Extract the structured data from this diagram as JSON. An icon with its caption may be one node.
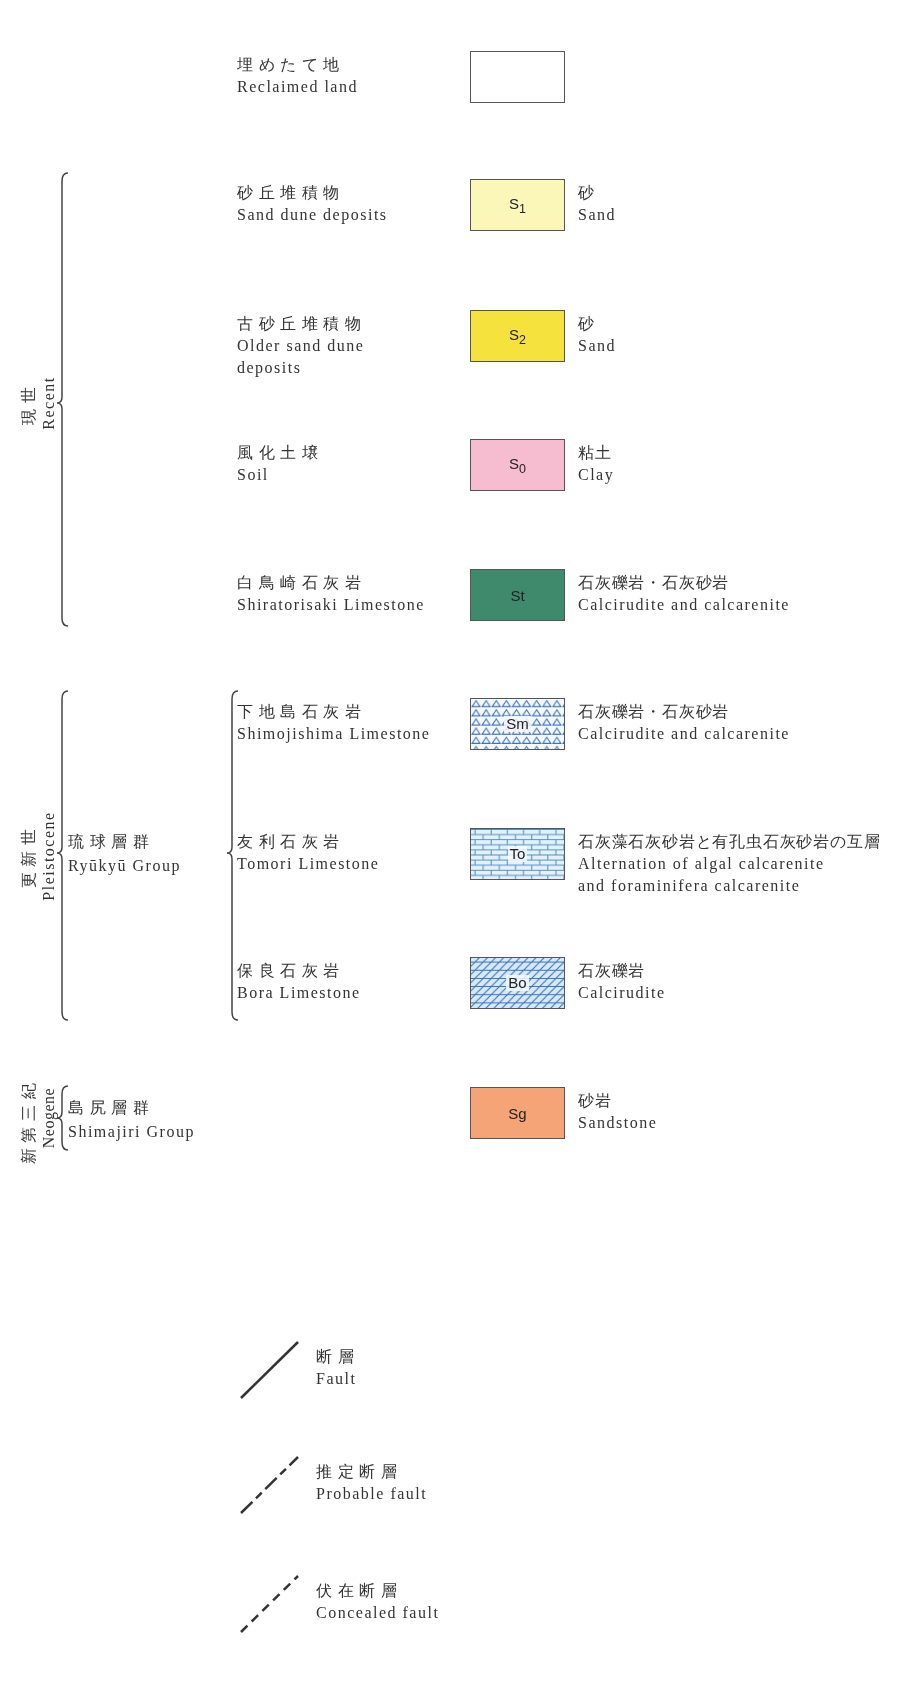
{
  "diagram": {
    "nodes": [
      {
        "text": [],
        "shape": "box",
        "beside": [
          "埋めたて地",
          "Reclaimed land"
        ]
      },
      {
        "text": [
          "S$_{1}$"
        ],
        "beside": [
          "砂丘堆積物",
          "Sand dune deposits",
          "砂",
          "Sand"
        ]
      },
      {
        "text": [
          "S$_{2}$"
        ],
        "beside": [
          "古砂丘堆積物",
          "Older sand dune deposits",
          "砂",
          "Sand"
        ]
      },
      {
        "text": [
          "S$_{0}$"
        ],
        "beside": [
          "風化土壌",
          "Soil",
          "粘土",
          "Clay"
        ]
      },
      {
        "text": [
          "St"
        ],
        "beside": [
          "白鳥崎石灰岩",
          "Shiratorisaki Limestone",
          "石灰礫岩・石灰砂岩",
          "Calcirudite and calcarenite"
        ]
      },
      {
        "text": [
          "Sm"
        ],
        "beside": [
          "下地島石灰岩",
          "Shimojishima Limestone",
          "石灰礫岩・石灰砂岩",
          "Calcirudite and calcarenite"
        ]
      },
      {
        "text": [
          "To"
        ],
        "beside": [
          "友利石灰岩",
          "Tomori Limestone",
          "石灰藻石灰砂岩と有孔虫石灰砂岩の互層",
          "Alternation of algal calcarenite and foraminifera calcarenite"
        ]
      },
      {
        "text": [
          "Bo"
        ],
        "beside": [
          "保良石灰岩",
          "Bora Limestone",
          "石灰礫岩",
          "Calcirudite"
        ]
      },
      {
        "text": [
          "Sg"
        ],
        "beside": [
          "砂岩",
          "Sandstone"
        ]
      }
    ],
    "labels": [
      "現世",
      "Recent",
      "更新世",
      "Pleistocene",
      "琉球層群",
      "Ryūkyū Group",
      "新第三紀",
      "Neogene",
      "島尻層群",
      "Shimajiri Group"
    ],
    "legend": [
      {
        "text": "断層 Fault"
      },
      {
        "text": "推定断層 Probable fault"
      },
      {
        "text": "伏在断層 Concealed fault"
      }
    ]
  }
}
